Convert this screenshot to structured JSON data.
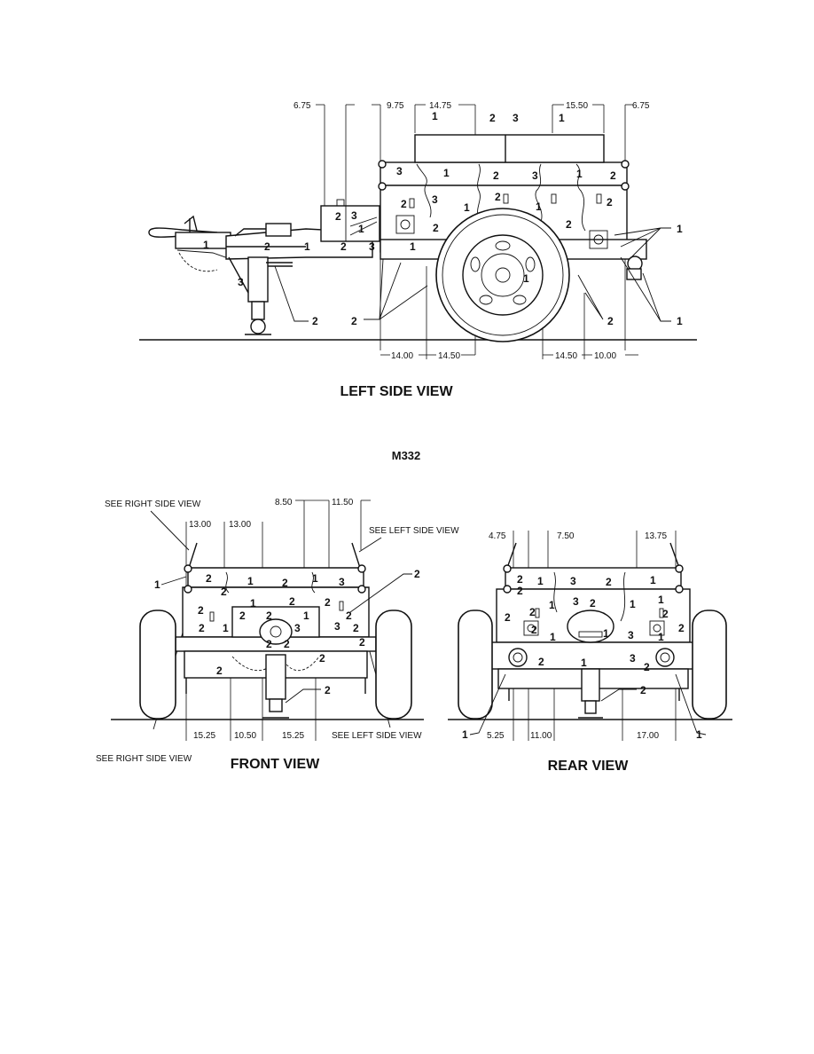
{
  "model": "M332",
  "left_view": {
    "caption": "LEFT SIDE VIEW",
    "dims_top": [
      "6.75",
      "9.75",
      "14.75",
      "15.50",
      "6.75"
    ],
    "dims_bottom": [
      "14.00",
      "14.50",
      "14.50",
      "10.00"
    ],
    "callouts": [
      "1",
      "2",
      "3",
      "1",
      "3",
      "1",
      "2",
      "3",
      "1",
      "2",
      "2",
      "3",
      "2",
      "1",
      "2",
      "3",
      "1",
      "2",
      "3",
      "1",
      "2",
      "1",
      "2",
      "2",
      "2",
      "1",
      "2",
      "1",
      "1",
      "2",
      "2",
      "1",
      "1",
      "3"
    ]
  },
  "front_view": {
    "caption": "FRONT VIEW",
    "note_right_top": "SEE RIGHT SIDE VIEW",
    "note_left_top": "SEE LEFT SIDE VIEW",
    "note_left_bottom": "SEE LEFT SIDE VIEW",
    "note_right_bottom": "SEE RIGHT SIDE VIEW",
    "dims_top": [
      "13.00",
      "13.00",
      "8.50",
      "11.50"
    ],
    "dims_bottom": [
      "15.25",
      "10.50",
      "15.25"
    ],
    "callouts": [
      "1",
      "2",
      "1",
      "2",
      "1",
      "3",
      "2",
      "2",
      "2",
      "1",
      "2",
      "2",
      "2",
      "1",
      "2",
      "1",
      "2",
      "3",
      "2",
      "2",
      "2",
      "2",
      "2",
      "2",
      "2",
      "3",
      "2"
    ]
  },
  "rear_view": {
    "caption": "REAR VIEW",
    "dims_top": [
      "4.75",
      "7.50",
      "13.75"
    ],
    "dims_bottom": [
      "5.25",
      "11.00",
      "17.00"
    ],
    "callouts": [
      "2",
      "1",
      "3",
      "2",
      "1",
      "2",
      "1",
      "3",
      "2",
      "2",
      "1",
      "1",
      "2",
      "2",
      "1",
      "1",
      "3",
      "1",
      "3",
      "2",
      "1",
      "2",
      "2",
      "2",
      "1",
      "1",
      "2"
    ]
  }
}
